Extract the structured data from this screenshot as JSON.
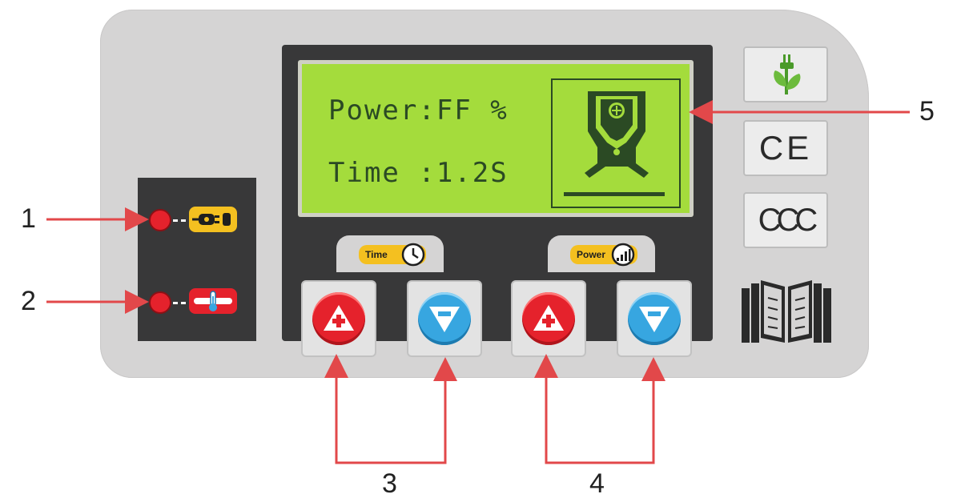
{
  "display": {
    "power_line": "Power:FF %",
    "time_line": "Time :1.2S"
  },
  "time_control": {
    "label": "Time",
    "icon": "clock-icon",
    "increase_icon": "plus-icon",
    "decrease_icon": "minus-icon"
  },
  "power_control": {
    "label": "Power",
    "icon": "signal-bars-icon",
    "increase_icon": "plus-icon",
    "decrease_icon": "minus-icon"
  },
  "indicators": [
    {
      "icon": "plug-icon",
      "color": "#f4c020"
    },
    {
      "icon": "thermometer-icon",
      "color": "#e5222c"
    }
  ],
  "certifications": [
    {
      "icon": "eco-plug-leaf-icon"
    },
    {
      "text": "CE"
    },
    {
      "text": "CCC"
    },
    {
      "icon": "manual-book-icon"
    }
  ],
  "callouts": [
    "1",
    "2",
    "3",
    "4",
    "5"
  ],
  "colors": {
    "panel": "#d5d4d4",
    "bezel": "#383839",
    "lcd": "#a4dc3c",
    "lcd_text": "#2b4a24",
    "led": "#e5222c",
    "plus_button": "#e5222c",
    "minus_button": "#37a6e0",
    "label_tag": "#f4c020",
    "callout_line": "#e2484a"
  }
}
